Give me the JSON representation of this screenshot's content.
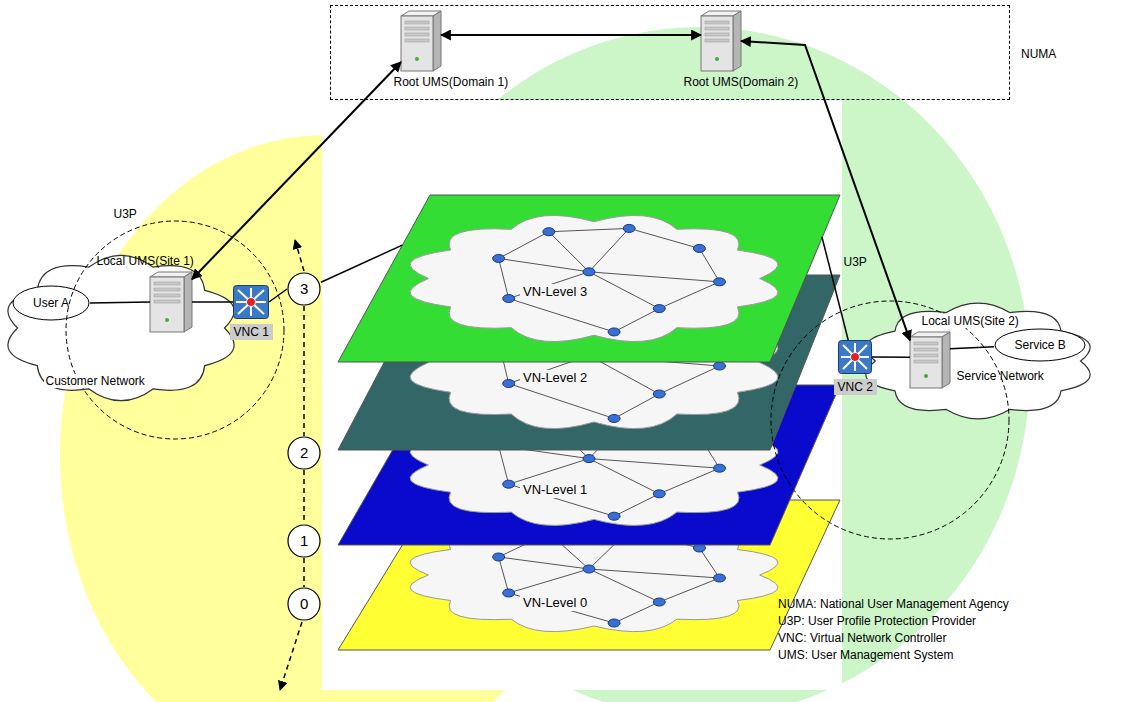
{
  "diagram": {
    "nodes": [
      {
        "text": [
          "NUMA"
        ]
      },
      {
        "text": [
          "Root UMS(Domain 1)"
        ],
        "in": 0
      },
      {
        "text": [
          "Root UMS(Domain 2)"
        ],
        "in": 0
      },
      {
        "text": [
          "Customer Network"
        ]
      },
      {
        "text": [
          "User A"
        ],
        "in": 3
      },
      {
        "text": [
          "U3P"
        ]
      },
      {
        "text": [
          "Local UMS(Site 1)"
        ],
        "in": 5
      },
      {
        "text": [
          "VNC 1"
        ],
        "in": 5
      },
      {
        "text": [
          "3"
        ]
      },
      {
        "text": [
          "2"
        ]
      },
      {
        "text": [
          "1"
        ]
      },
      {
        "text": [
          "0"
        ]
      },
      {
        "text": [
          "VN-Level 3"
        ]
      },
      {
        "text": [
          "VN-Level 2"
        ]
      },
      {
        "text": [
          "VN-Level 1"
        ]
      },
      {
        "text": [
          "VN-Level 0"
        ]
      },
      {
        "text": [
          "U3P"
        ]
      },
      {
        "text": [
          "VNC 2"
        ],
        "in": 16
      },
      {
        "text": [
          "Local UMS(Site 2)"
        ],
        "in": 16
      },
      {
        "text": [
          "Service Network"
        ]
      },
      {
        "text": [
          "Service B"
        ],
        "in": 19
      }
    ],
    "edges": [
      {
        "from": 1,
        "to": 2,
        "arrow": "both"
      },
      {
        "from": 1,
        "to": 6,
        "arrow": "both"
      },
      {
        "from": 2,
        "to": 18,
        "arrow": "both"
      },
      {
        "from": 4,
        "to": 6,
        "arrow": "none"
      },
      {
        "from": 6,
        "to": 7,
        "arrow": "none"
      },
      {
        "from": 7,
        "to": 8,
        "arrow": "none"
      },
      {
        "from": 8,
        "to": 12,
        "arrow": "none"
      },
      {
        "from": 12,
        "to": 17,
        "arrow": "none"
      },
      {
        "from": 17,
        "to": 18,
        "arrow": "none"
      },
      {
        "from": 18,
        "to": 20,
        "arrow": "none"
      },
      {
        "from": 8,
        "to": 9,
        "arrow": "none"
      },
      {
        "from": 9,
        "to": 10,
        "arrow": "none"
      },
      {
        "from": 10,
        "to": 11,
        "arrow": "none"
      }
    ],
    "labels": [
      "NUMA: National User Management Agency",
      "U3P: User Profile Protection Provider",
      "VNC: Virtual Network Controller",
      "UMS: User Management System"
    ]
  }
}
